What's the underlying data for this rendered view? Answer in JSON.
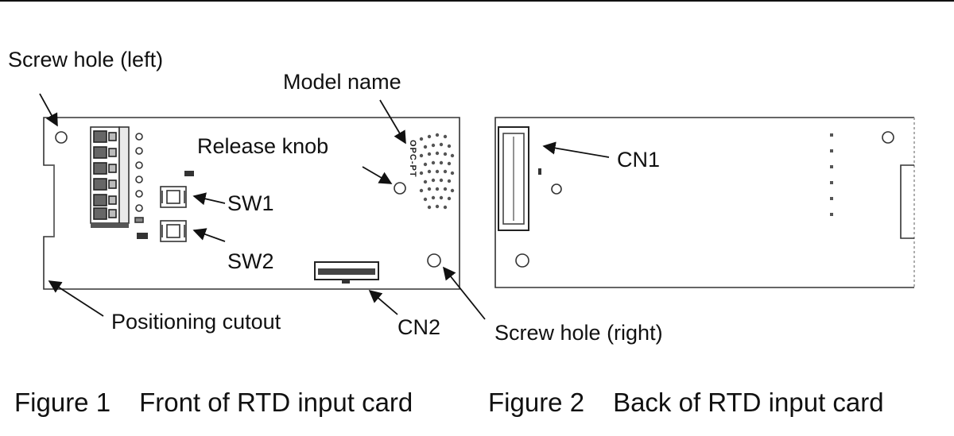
{
  "labels": {
    "screw_hole_left": "Screw hole (left)",
    "model_name": "Model name",
    "release_knob": "Release knob",
    "sw1": "SW1",
    "sw2": "SW2",
    "positioning_cutout": "Positioning cutout",
    "cn2": "CN2",
    "cn1": "CN1",
    "screw_hole_right": "Screw hole (right)",
    "model_marking": "OPC-PT"
  },
  "captions": {
    "figure1": {
      "number": "Figure 1",
      "title": "Front of RTD input card"
    },
    "figure2": {
      "number": "Figure 2",
      "title": "Back of RTD input card"
    }
  },
  "colors": {
    "ink": "#111111",
    "pcb_line": "#333333",
    "paper": "#ffffff"
  }
}
